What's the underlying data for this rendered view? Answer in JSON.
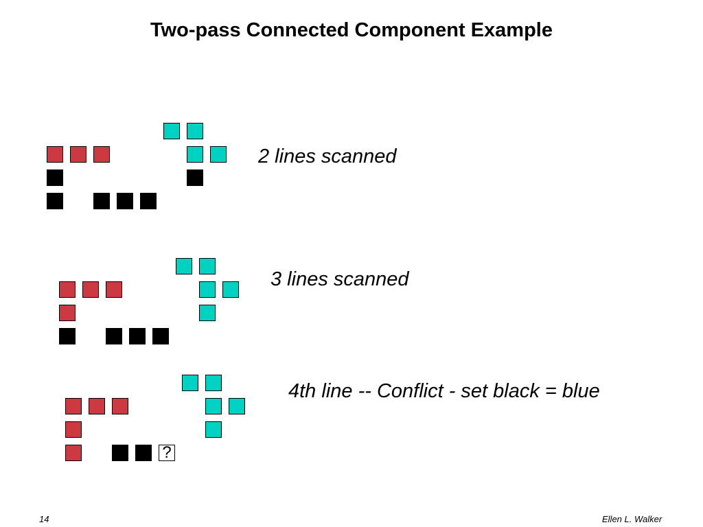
{
  "slide": {
    "title": "Two-pass Connected Component Example",
    "page_number": "14",
    "author": "Ellen L. Walker"
  },
  "colors": {
    "cyan": "#00d2c2",
    "red": "#cc3940",
    "black": "#000000",
    "empty": "#ffffff"
  },
  "diagrams": [
    {
      "caption": "2 lines scanned",
      "rows": [
        [
          "",
          "",
          "",
          "",
          "",
          "cyan",
          "cyan",
          "",
          ""
        ],
        [
          "red",
          "red",
          "red",
          "",
          "",
          "",
          "cyan",
          "cyan",
          ""
        ],
        [
          "black",
          "",
          "",
          "",
          "",
          "",
          "black",
          "",
          ""
        ],
        [
          "black",
          "",
          "black",
          "black",
          "black",
          "",
          "",
          "",
          ""
        ]
      ]
    },
    {
      "caption": "3 lines scanned",
      "rows": [
        [
          "",
          "",
          "",
          "",
          "",
          "cyan",
          "cyan",
          "",
          ""
        ],
        [
          "red",
          "red",
          "red",
          "",
          "",
          "",
          "cyan",
          "cyan",
          ""
        ],
        [
          "red",
          "",
          "",
          "",
          "",
          "",
          "cyan",
          "",
          ""
        ],
        [
          "black",
          "",
          "black",
          "black",
          "black",
          "",
          "",
          "",
          ""
        ]
      ]
    },
    {
      "caption": "4th line -- Conflict - set black = blue",
      "rows": [
        [
          "",
          "",
          "",
          "",
          "",
          "cyan",
          "cyan",
          "",
          ""
        ],
        [
          "red",
          "red",
          "red",
          "",
          "",
          "",
          "cyan",
          "cyan",
          ""
        ],
        [
          "red",
          "",
          "",
          "",
          "",
          "",
          "cyan",
          "",
          ""
        ],
        [
          "red",
          "",
          "black",
          "black",
          "question",
          "",
          "",
          "",
          ""
        ]
      ],
      "question_mark": "?"
    }
  ]
}
